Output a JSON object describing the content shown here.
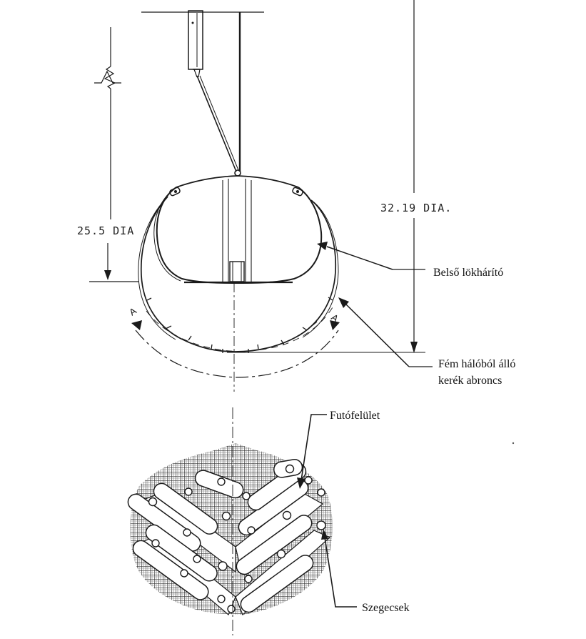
{
  "dimensions": {
    "inner_diameter": "25.5 DIA",
    "outer_diameter": "32.19 DIA."
  },
  "section_marks": {
    "left": "A",
    "right": "A"
  },
  "callouts": {
    "inner_bumper": "Belső lökhárító",
    "wheel_tire_line1": "Fém hálóból álló",
    "wheel_tire_line2": "kerék abroncs",
    "tread": "Futófelület",
    "rivets": "Szegecsek"
  }
}
